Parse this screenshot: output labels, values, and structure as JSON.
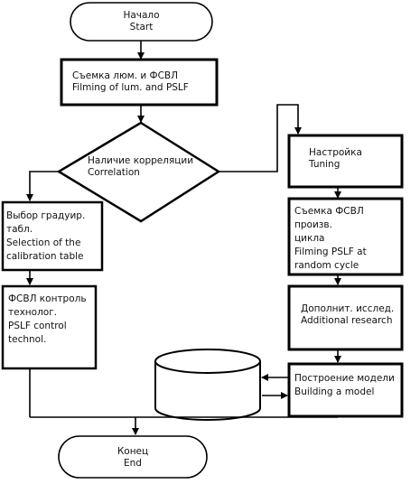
{
  "start": {
    "ru": "Начало",
    "en": "Start"
  },
  "filming": {
    "ru": "Съемка люм. и ФСВЛ",
    "en": "Filming of lum. and PSLF"
  },
  "decision": {
    "ru": "Наличие корреляции",
    "en": "Correlation"
  },
  "calibration": {
    "ru1": "Выбор градуир.",
    "ru2": "табл.",
    "en1": "Selection of the",
    "en2": "calibration table"
  },
  "control": {
    "ru1": "ФСВЛ контроль",
    "ru2": "технолог.",
    "en1": "PSLF control",
    "en2": "technol."
  },
  "tuning": {
    "ru": "Настройка",
    "en": "Tuning"
  },
  "random_cycle": {
    "ru1": "Съемка ФСВЛ произв.",
    "ru2": "цикла",
    "en1": "Filming PSLF at",
    "en2": "random cycle"
  },
  "research": {
    "ru": "Дополнит. исслед.",
    "en": "Additional research"
  },
  "model": {
    "ru": "Построение модели",
    "en": "Building a model"
  },
  "end": {
    "ru": "Конец",
    "en": "End"
  }
}
